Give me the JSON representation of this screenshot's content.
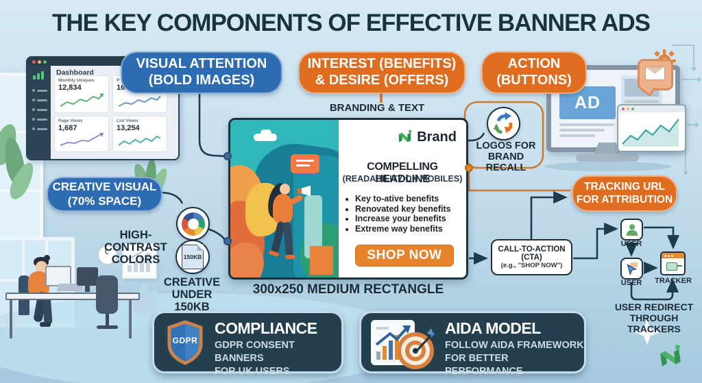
{
  "title": "THE KEY COMPONENTS OF EFFECTIVE BANNER ADS",
  "colors": {
    "blue_callout": "#2d6cb3",
    "orange_callout": "#e06d1f",
    "navy_text": "#17333f",
    "panel_bg": "#24404e",
    "connector": "#1d3a4e",
    "connector_orange": "#cc7a33",
    "shop_now_bg": "#e8832c",
    "banner_teal": "#2fb7ba",
    "brand_green": "#3fa554"
  },
  "callouts": {
    "visual_attention": {
      "line1": "VISUAL ATTENTION",
      "line2": "(BOLD IMAGES)"
    },
    "interest_desire": {
      "line1": "INTEREST (BENEFITS)",
      "line2": "& DESIRE (OFFERS)"
    },
    "action_buttons": {
      "line1": "ACTION",
      "line2": "(BUTTONS)"
    },
    "creative_visual": {
      "line1": "CREATIVE VISUAL",
      "line2": "(70% SPACE)"
    },
    "tracking_url": {
      "line1": "TRACKING URL",
      "line2": "FOR ATTRIBUTION"
    }
  },
  "labels": {
    "branding_text": "BRANDING & TEXT",
    "high_contrast": {
      "line1": "HIGH-CONTRAST",
      "line2": "COLORS"
    },
    "creative_under": {
      "line1": "CREATIVE",
      "line2": "UNDER 150KB"
    },
    "file_size_badge": "150KB",
    "banner_size": "300x250 MEDIUM RECTANGLE",
    "logos": {
      "line1": "LOGOS FOR",
      "line2": "BRAND RECALL"
    },
    "user_redirect": {
      "line1": "USER REDIRECT",
      "line2": "THROUGH",
      "line3": "TRACKERS"
    },
    "user_top": "USER",
    "user_bottom": "USER",
    "tracker": "TRACKER"
  },
  "banner": {
    "brand_name": "Brand",
    "headline": "COMPELLING HEADLINE",
    "subheadline": "(READABILITY ON MOBILES)",
    "bullets": [
      "Key to-ative benefits",
      "Renovated key benefits",
      "Increase your benefits",
      "Extreme way benefits"
    ],
    "cta_label": "SHOP NOW"
  },
  "cta_box": {
    "line1": "CALL-TO-ACTION",
    "line2": "(CTA)",
    "line3": "(e.g., \"SHOP NOW\")"
  },
  "panels": {
    "compliance": {
      "badge": "GDPR",
      "title": "COMPLIANCE",
      "sub1": "GDPR CONSENT BANNERS",
      "sub2": "FOR UK USERS"
    },
    "aida": {
      "title": "AIDA MODEL",
      "sub1": "FOLLOW AIDA FRAMEWORK",
      "sub2": "FOR BETTER PERFORMANCE"
    }
  },
  "dashboard": {
    "title": "Dashboard",
    "cards": [
      {
        "label": "Monthly Uniques",
        "value": "12,834"
      },
      {
        "label": "P",
        "value": "16"
      },
      {
        "label": "Page Views",
        "value": "1,687"
      },
      {
        "label": "List Views",
        "value": "13,254"
      }
    ]
  },
  "monitor": {
    "ad_label": "AD"
  }
}
